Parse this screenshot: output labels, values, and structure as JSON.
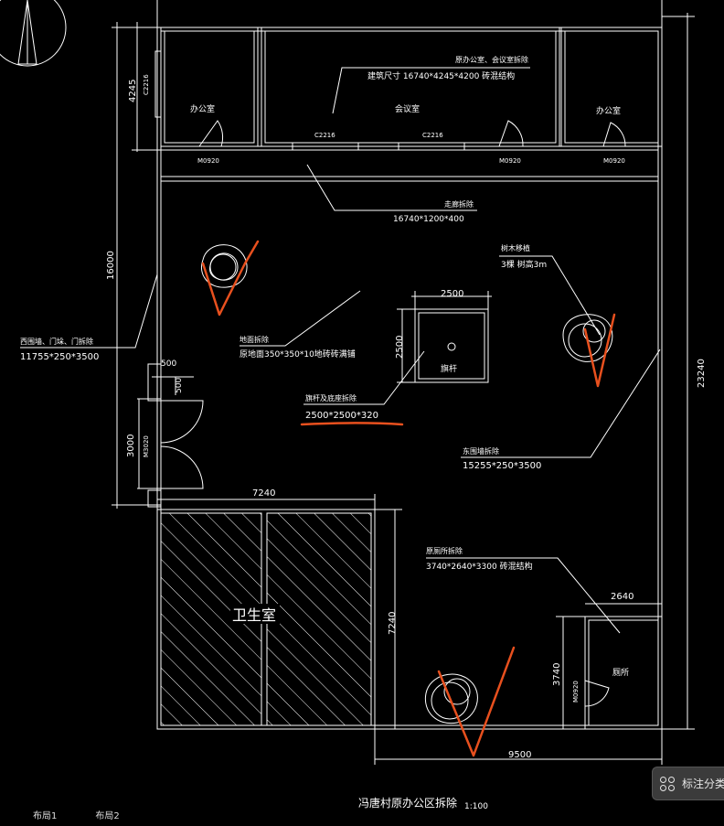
{
  "drawing": {
    "title": "冯唐村原办公区拆除",
    "scale": "1:100",
    "rooms": {
      "office_left": "办公室",
      "meeting": "会议室",
      "office_right": "办公室",
      "toilet": "卫生室",
      "wc": "厕所",
      "flagpole": "旗杆"
    },
    "doors": {
      "m0920_a": "M0920",
      "m0920_b": "M0920",
      "m0920_c": "M0920",
      "m0920_d": "M0920",
      "m3020": "M3020",
      "c2216_a": "C2216",
      "c2216_b": "C2216",
      "c2216_c": "C2216"
    },
    "notes": {
      "office_demo": "原办公室、会议室拆除",
      "office_size": "建筑尺寸  16740*4245*4200   砖混结构",
      "corridor_demo": "走廊拆除",
      "corridor_size": "16740*1200*400",
      "tree_move": "树木移植",
      "tree_spec": "3棵  树高3m",
      "floor_demo": "地面拆除",
      "floor_spec": "原地面350*350*10地砖砖满铺",
      "west_wall": "西围墙、门垛、门拆除",
      "west_wall_size": "11755*250*3500",
      "flagpole_demo": "旗杆及底座拆除",
      "flagpole_size": "2500*2500*320",
      "east_wall": "东围墙拆除",
      "east_wall_size": "15255*250*3500",
      "wc_demo": "原厕所拆除",
      "wc_size": "3740*2640*3300   砖混结构"
    },
    "dims": {
      "d4245": "4245",
      "d16000": "16000",
      "d23240": "23240",
      "d2500_w": "2500",
      "d2500_h": "2500",
      "d500_a": "500",
      "d500_b": "500",
      "d3000": "3000",
      "d7240_top": "7240",
      "d7240_side": "7240",
      "d2640": "2640",
      "d3740": "3740",
      "d9500": "9500"
    }
  },
  "toolbar": {
    "annotate_label": "标注分类"
  },
  "tabs": {
    "layout1": "布局1",
    "layout2": "布局2"
  }
}
